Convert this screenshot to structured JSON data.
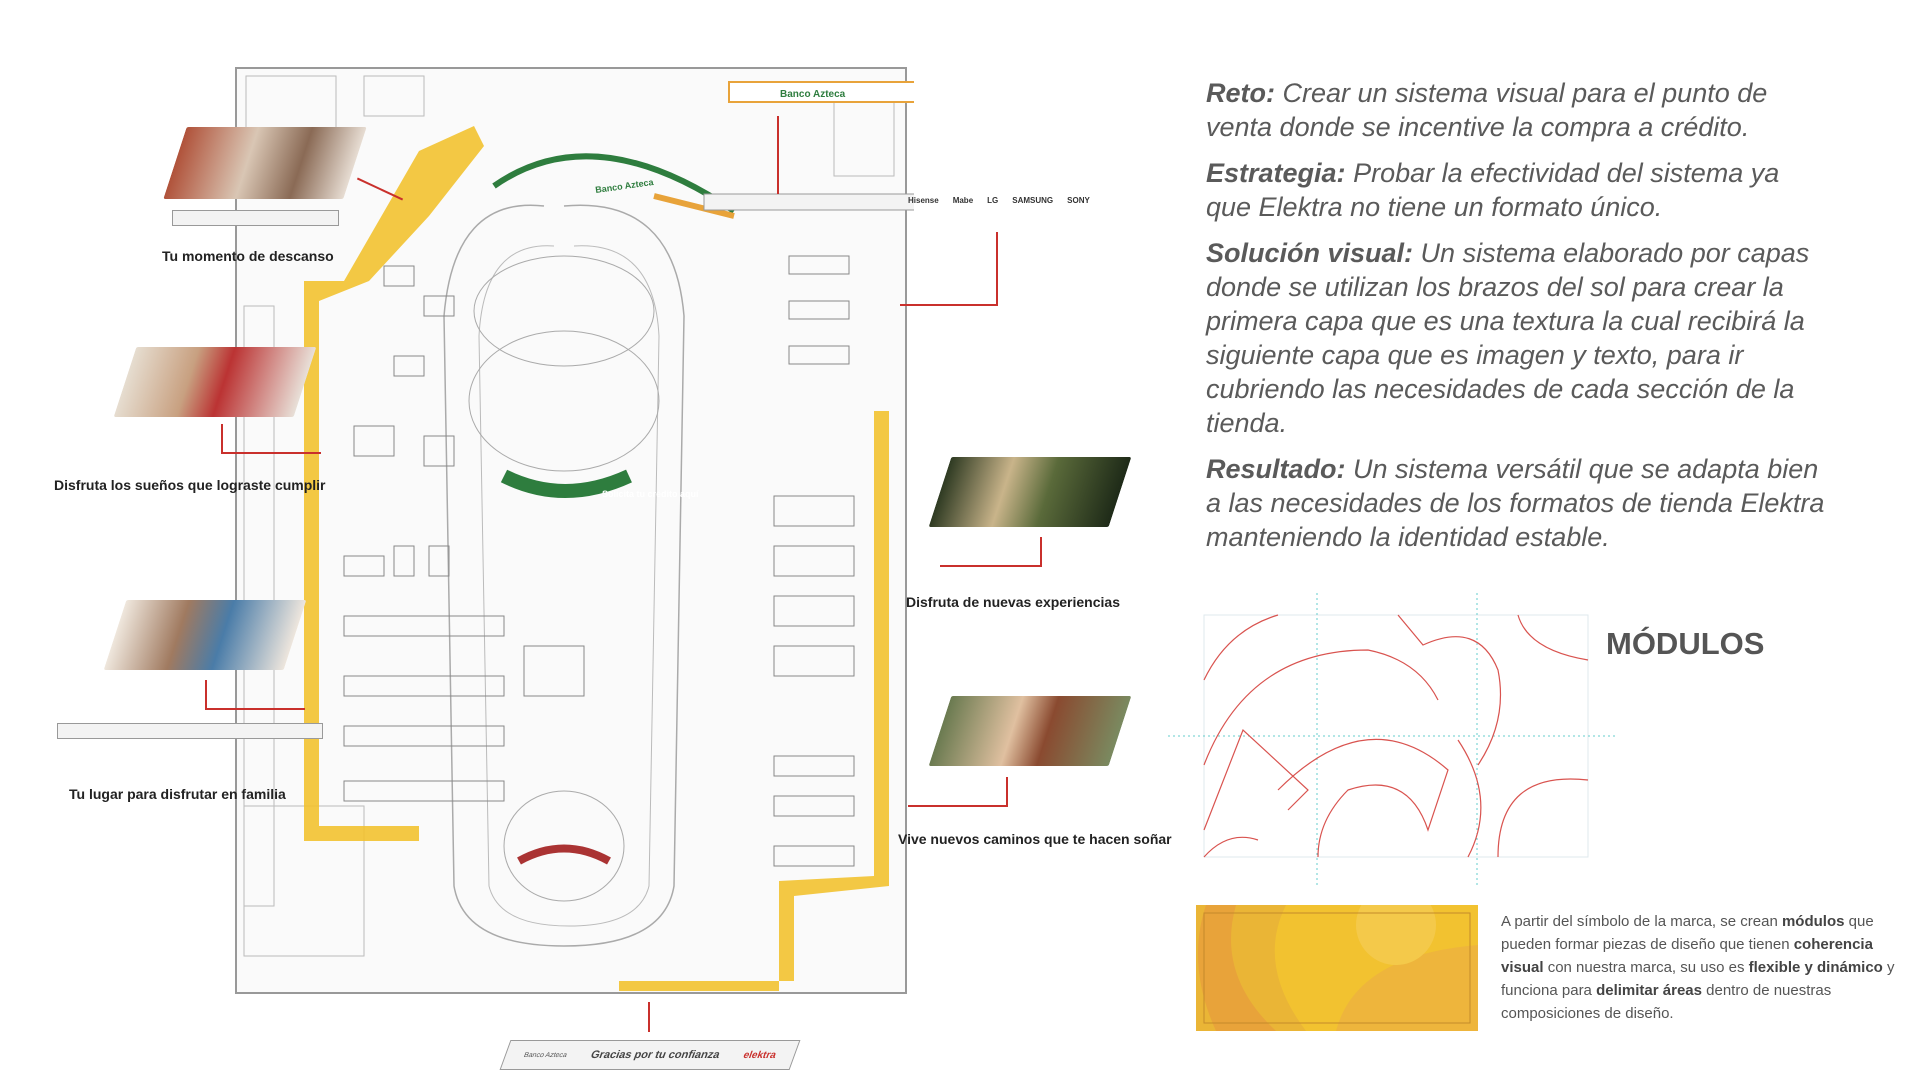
{
  "floorplan": {
    "banco_azteca_sign": "Banco Azteca",
    "banco_azteca_inner": "Banco Azteca",
    "credit_arc": "Solicita tu crédito aquí",
    "top_banner_brands": [
      "Hisense",
      "Mabe",
      "LG",
      "SAMSUNG",
      "SONY"
    ],
    "entrance_banner": {
      "left_logo": "Banco Azteca",
      "text": "Gracias por tu confianza",
      "right_logo": "elektra"
    }
  },
  "zones": [
    {
      "label": "Tu momento de descanso"
    },
    {
      "label": "Disfruta los sueños que lograste cumplir"
    },
    {
      "label": "Tu lugar para disfrutar en familia"
    },
    {
      "label": "Disfruta de nuevas experiencias"
    },
    {
      "label": "Vive nuevos caminos que te hacen soñar"
    }
  ],
  "copy": {
    "reto_label": "Reto:",
    "reto_text": " Crear un sistema visual para el punto de venta donde se incentive la compra a crédito.",
    "estrategia_label": "Estrategia:",
    "estrategia_text": " Probar la efectividad del sistema ya que Elektra no tiene un formato único.",
    "solucion_label": "Solución visual:",
    "solucion_text": " Un sistema elaborado por capas donde se utilizan los brazos del sol para crear la primera capa que es una  textura la cual recibirá la siguiente capa que es imagen y texto, para ir cubriendo las necesidades de cada sección de la tienda.",
    "resultado_label": "Resultado:",
    "resultado_text": " Un sistema versátil que se adapta bien a las necesidades de los formatos de tienda Elektra manteniendo la identidad estable."
  },
  "modules": {
    "title": "MÓDULOS",
    "p1": "A partir del símbolo de la marca, se crean ",
    "b1": "módulos",
    "p2": " que pueden formar piezas de diseño que tienen ",
    "b2": "coherencia visual",
    "p3": " con nuestra marca, su uso es ",
    "b3": "flexible y dinámico",
    "p4": " y funciona para ",
    "b4": "delimitar áreas",
    "p5": " dentro de nuestras composiciones de diseño."
  },
  "colors": {
    "accent_red": "#c9302c",
    "yellow": "#f2c230",
    "orange": "#e8a33a",
    "green": "#2e7d3e"
  }
}
